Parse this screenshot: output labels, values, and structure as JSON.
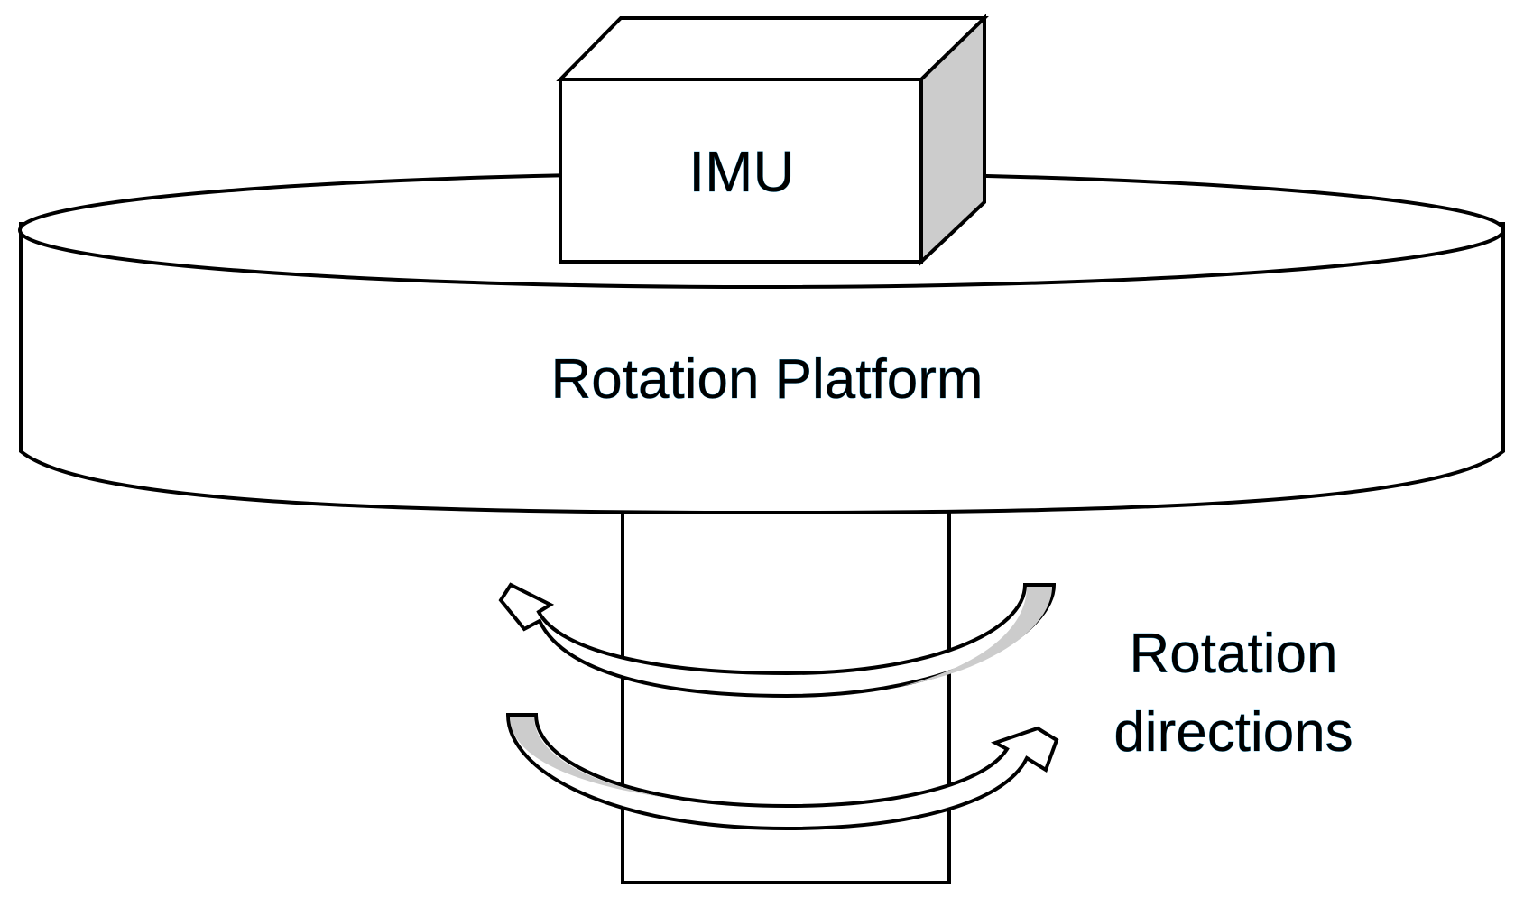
{
  "imu_label": "IMU",
  "platform_label": "Rotation Platform",
  "rotation_label_line1": "Rotation",
  "rotation_label_line2": "directions",
  "colors": {
    "line": "#000000",
    "fill": "#ffffff",
    "shade": "#cccccc",
    "text_shadow": "#2aa8e0"
  }
}
